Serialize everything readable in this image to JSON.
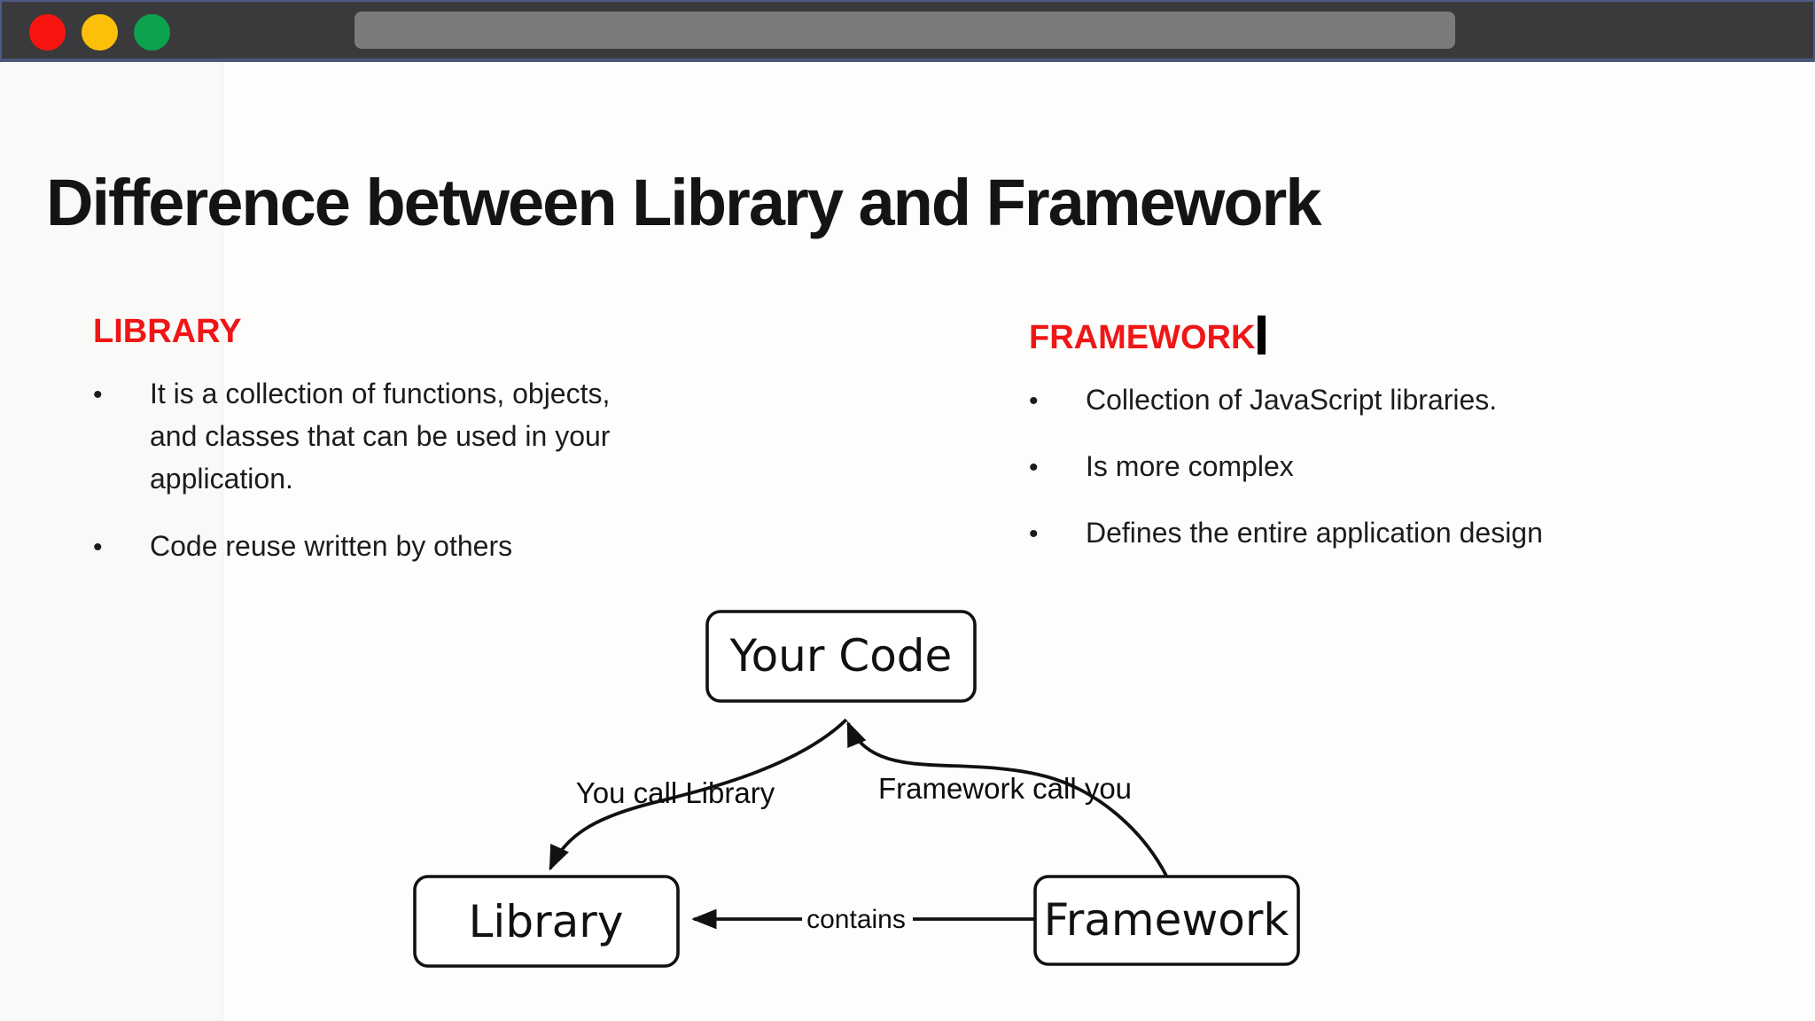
{
  "window": {
    "titlebar_color": "#3a3a3c",
    "border_color": "#4b5878",
    "traffic_lights": [
      {
        "name": "close",
        "color": "#f9150f"
      },
      {
        "name": "minimize",
        "color": "#fcbf0a"
      },
      {
        "name": "fullscreen",
        "color": "#0ca24e"
      }
    ],
    "address_bar": {
      "value": "",
      "placeholder": "",
      "color": "#7b7b7b"
    }
  },
  "slide": {
    "title": "Difference between Library and Framework",
    "accent_color": "#ee1616",
    "columns": {
      "library": {
        "heading": "LIBRARY",
        "bullets": [
          "It is a collection of functions, objects,\nand classes that can be used in your\napplication.",
          "Code reuse written by others"
        ]
      },
      "framework": {
        "heading": "FRAMEWORK",
        "has_text_cursor": true,
        "bullets": [
          "Collection of JavaScript libraries.",
          "Is more complex",
          "Defines the entire application design"
        ]
      }
    },
    "diagram": {
      "nodes": {
        "your_code": "Your Code",
        "library": "Library",
        "framework": "Framework"
      },
      "edges": {
        "you_call_library": "You call Library",
        "framework_call_you": "Framework call you",
        "contains": "contains"
      }
    }
  }
}
